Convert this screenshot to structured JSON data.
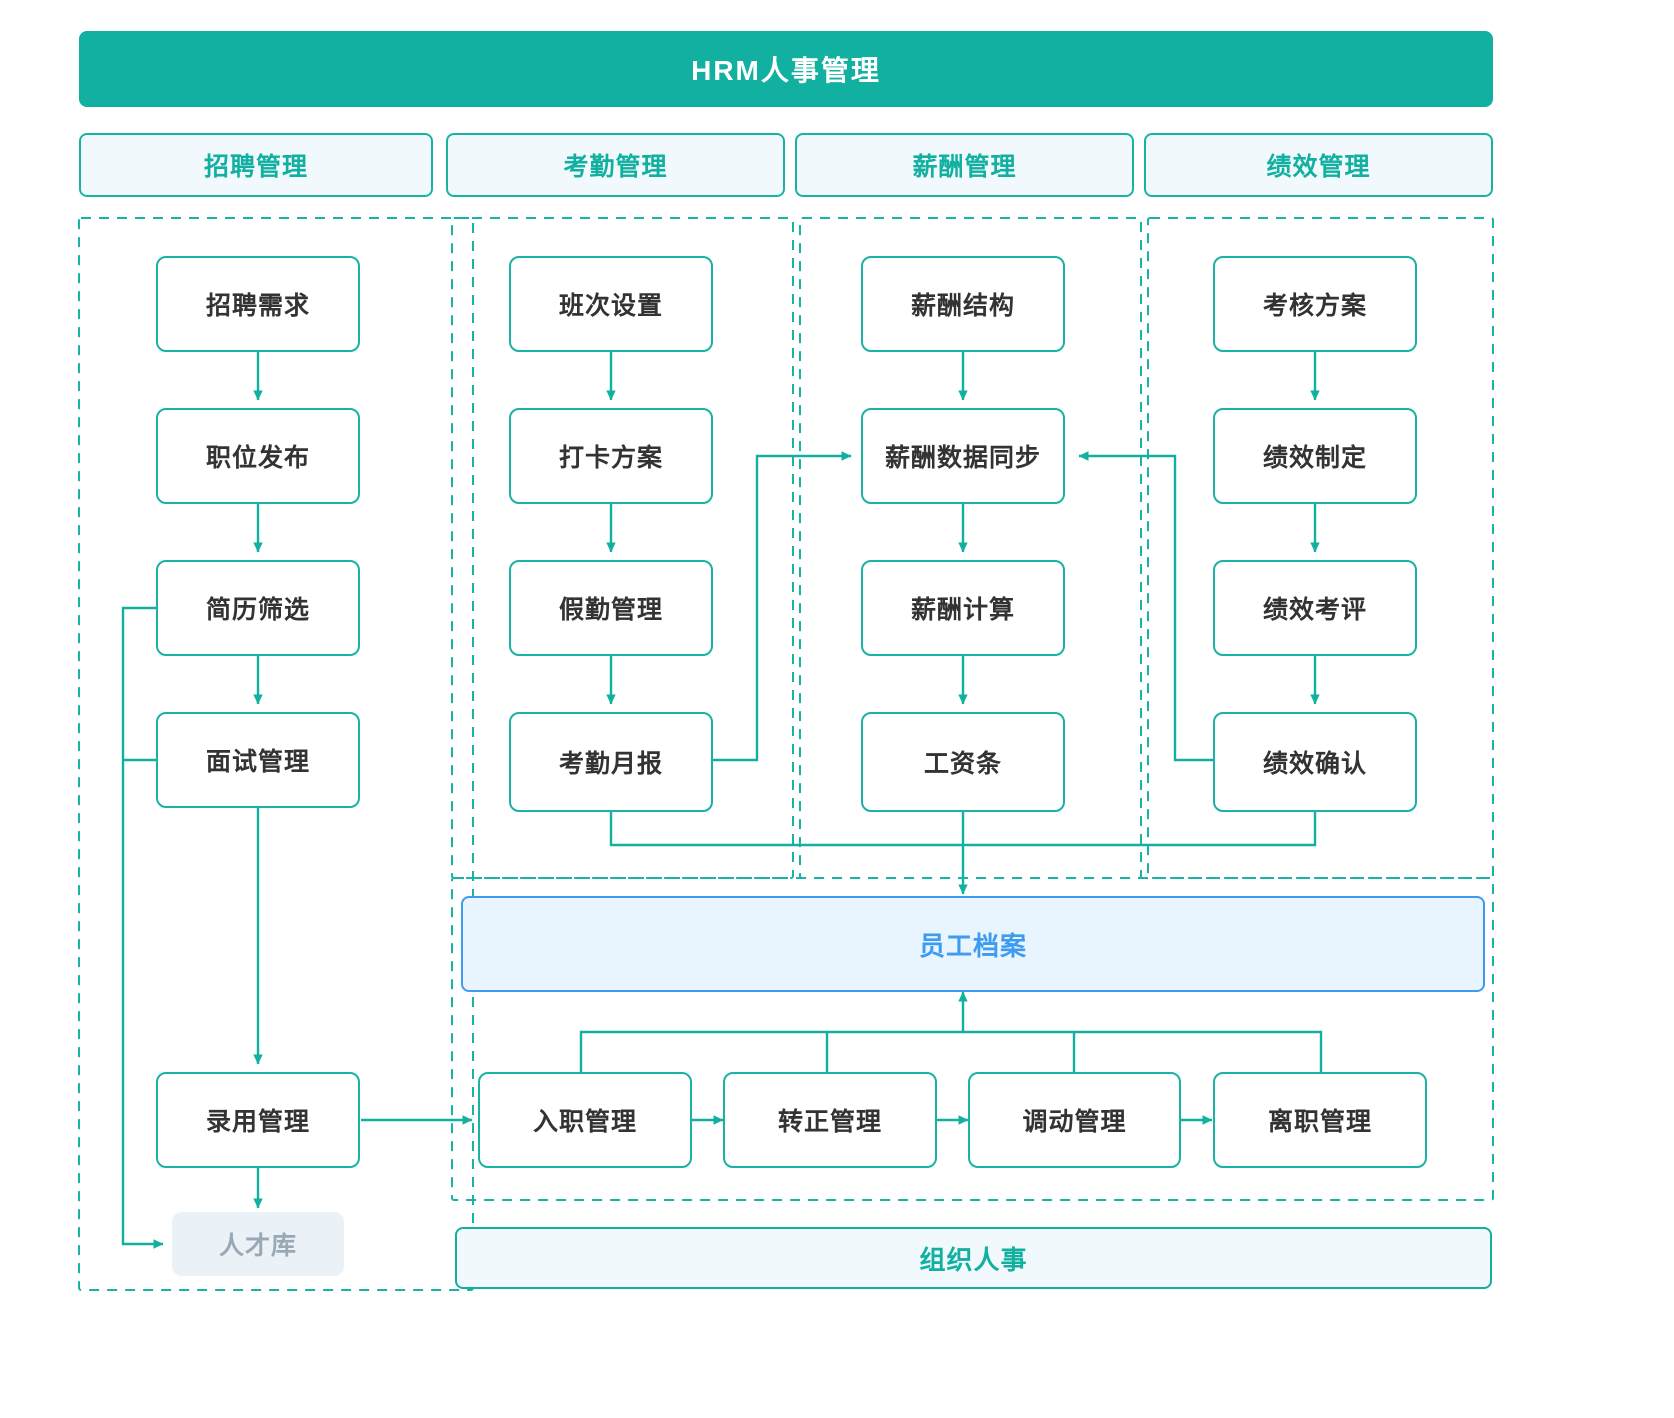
{
  "header": {
    "title": "HRM人事管理",
    "bg_color": "#12b0a0",
    "text_color": "#ffffff"
  },
  "theme": {
    "accent": "#12b0a0",
    "node_border": "#19b3a6",
    "node_text": "#333333",
    "group_dash": "#19b3a6",
    "tab_fill": "#f2f9fd",
    "employee_border": "#3d9bf0",
    "employee_fill": "#e8f4fe",
    "talent_fill": "#eaf1f7",
    "talent_text": "#9aa7b4",
    "page_bg": "#ffffff"
  },
  "tabs": [
    {
      "label": "招聘管理"
    },
    {
      "label": "考勤管理"
    },
    {
      "label": "薪酬管理"
    },
    {
      "label": "绩效管理"
    }
  ],
  "columns": {
    "recruitment": {
      "group_label": "招聘管理",
      "nodes": [
        {
          "label": "招聘需求"
        },
        {
          "label": "职位发布"
        },
        {
          "label": "简历筛选"
        },
        {
          "label": "面试管理"
        },
        {
          "label": "录用管理"
        },
        {
          "label": "人才库"
        }
      ]
    },
    "attendance": {
      "group_label": "考勤管理",
      "nodes": [
        {
          "label": "班次设置"
        },
        {
          "label": "打卡方案"
        },
        {
          "label": "假勤管理"
        },
        {
          "label": "考勤月报"
        }
      ]
    },
    "payroll": {
      "group_label": "薪酬管理",
      "nodes": [
        {
          "label": "薪酬结构"
        },
        {
          "label": "薪酬数据同步"
        },
        {
          "label": "薪酬计算"
        },
        {
          "label": "工资条"
        }
      ]
    },
    "performance": {
      "group_label": "绩效管理",
      "nodes": [
        {
          "label": "考核方案"
        },
        {
          "label": "绩效制定"
        },
        {
          "label": "绩效考评"
        },
        {
          "label": "绩效确认"
        }
      ]
    }
  },
  "employee_section": {
    "employee_file": "员工档案",
    "lifecycle": [
      {
        "label": "入职管理"
      },
      {
        "label": "转正管理"
      },
      {
        "label": "调动管理"
      },
      {
        "label": "离职管理"
      }
    ]
  },
  "footer": {
    "label": "组织人事"
  }
}
